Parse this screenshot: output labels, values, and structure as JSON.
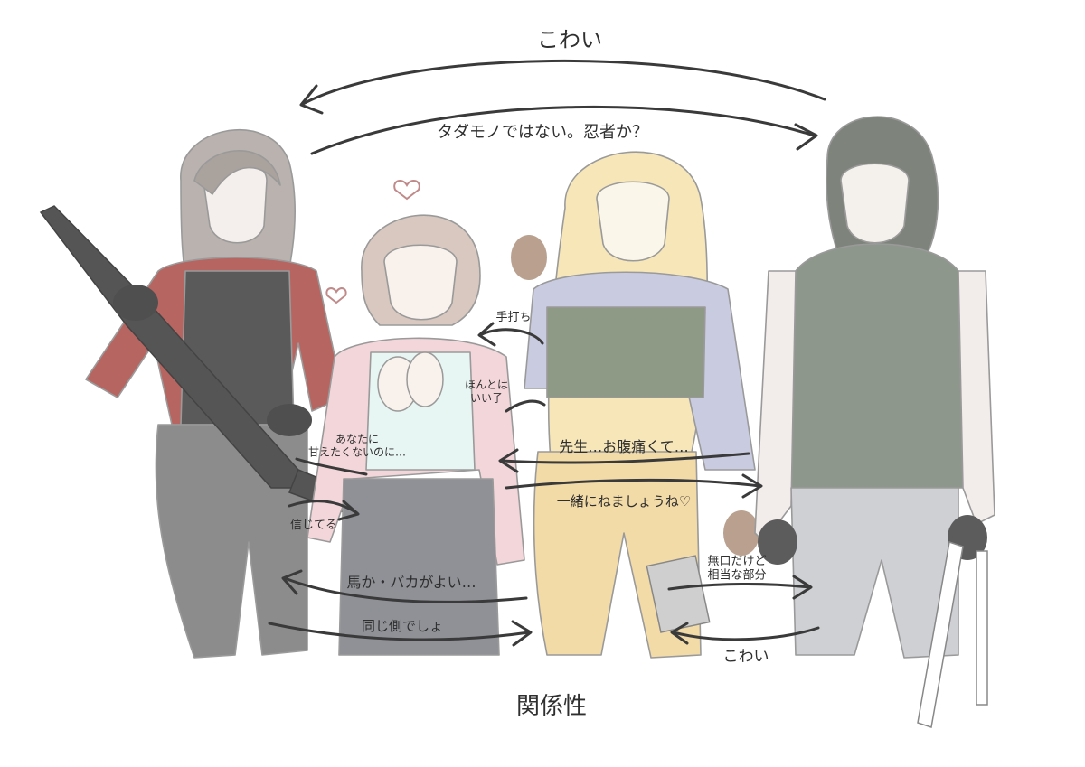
{
  "title": "関係性",
  "top_label": "こわい",
  "relations": {
    "ninja": "タダモノではない。忍者か？",
    "slap": "手打ち",
    "good_kid": "ほんとは\nいい子",
    "together": "あなたに\n甘えたくないのに…",
    "trust": "信じてる",
    "sensei": "先生…お腹痛くて…",
    "issho": "一緒にねましょうね♡",
    "bakadukai": "馬か・バカがよい…",
    "same_side": "同じ側でしょ",
    "quiet": "無口だけど\n相当な部分",
    "scary_bottom": "こわい"
  }
}
